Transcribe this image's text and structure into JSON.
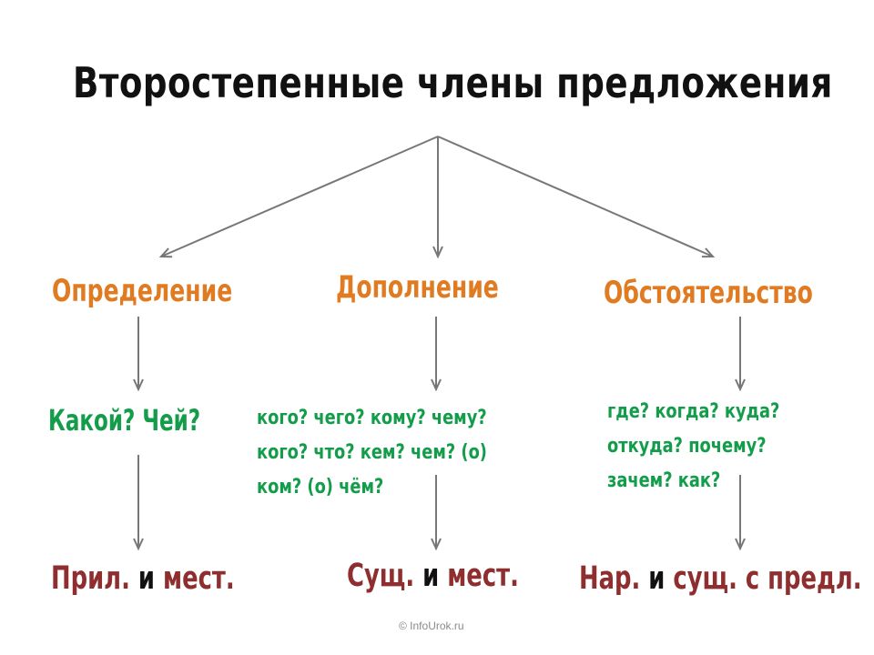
{
  "title": "Второстепенные члены предложения",
  "branches": [
    {
      "name": "Определение",
      "questions": [
        "Какой? Чей?"
      ],
      "pos": [
        {
          "text": "Прил.",
          "kind": "pos"
        },
        {
          "text": " и ",
          "kind": "conj"
        },
        {
          "text": "мест.",
          "kind": "pos"
        }
      ]
    },
    {
      "name": "Дополнение",
      "questions": [
        "кого? чего? кому? чему?",
        "кого? что? кем? чем?  (о)",
        "ком? (о) чём?"
      ],
      "pos": [
        {
          "text": "Сущ.",
          "kind": "pos"
        },
        {
          "text": " и ",
          "kind": "conj"
        },
        {
          "text": "мест.",
          "kind": "pos"
        }
      ]
    },
    {
      "name": "Обстоятельство",
      "questions": [
        "где? когда? куда?",
        "откуда? почему?",
        "зачем? как?"
      ],
      "pos": [
        {
          "text": "Нар.",
          "kind": "pos"
        },
        {
          "text": " и ",
          "kind": "conj"
        },
        {
          "text": "сущ. с предл.",
          "kind": "pos"
        }
      ]
    }
  ],
  "watermark": "© InfoUrok.ru",
  "colors": {
    "category": "#e07b22",
    "question": "#139d4b",
    "pos": "#8e2e2e",
    "arrow": "#777777"
  }
}
